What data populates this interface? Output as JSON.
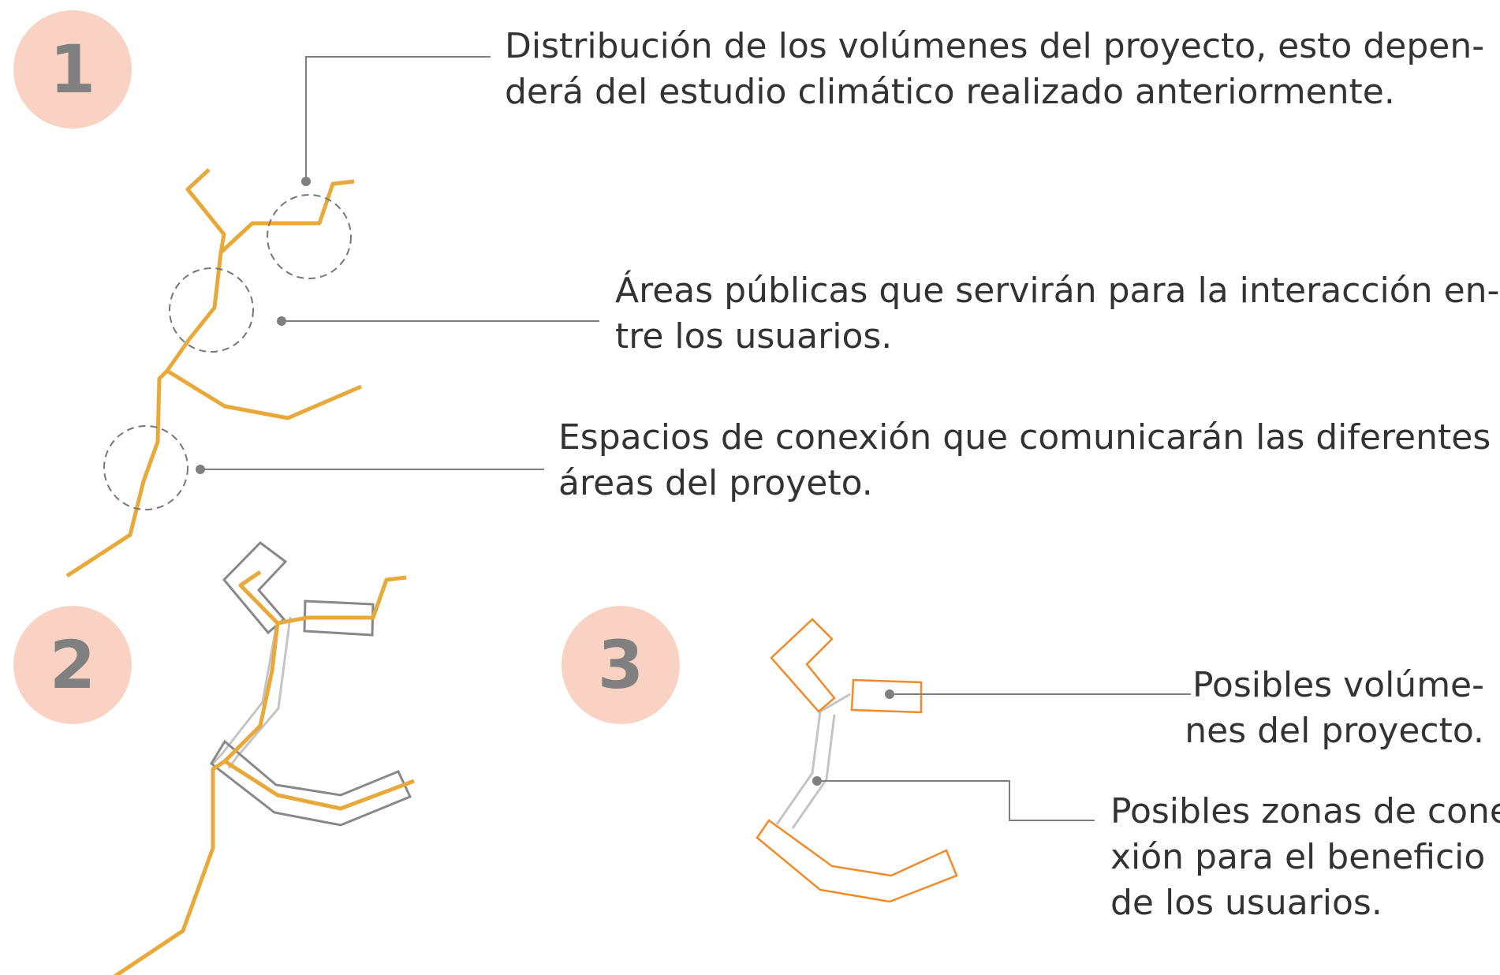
{
  "step1": {
    "number": "1",
    "note_volumes": [
      "Distribución de los volúmenes del proyecto, esto depen-",
      "derá del estudio climático realizado anteriormente."
    ],
    "note_public": [
      "Áreas públicas que servirán para la interacción en-",
      "tre los usuarios."
    ],
    "note_connection": [
      "Espacios de conexión que comunicarán las diferentes",
      "áreas del proyeto."
    ]
  },
  "step2": {
    "number": "2"
  },
  "step3": {
    "number": "3",
    "note_volumes": [
      "Posibles volúme-",
      "nes del proyecto."
    ],
    "note_zones": [
      "Posibles zonas de cone-",
      "xión para el beneficio",
      "de los usuarios."
    ]
  },
  "colors": {
    "badge": "#f9d2c3",
    "badge_number": "#808080",
    "path_yellow": "#e8a93a",
    "volume_orange": "#f08a2a",
    "outline_gray": "#888888",
    "light_gray": "#c4c4c4",
    "leader": "#7f7f7f"
  }
}
